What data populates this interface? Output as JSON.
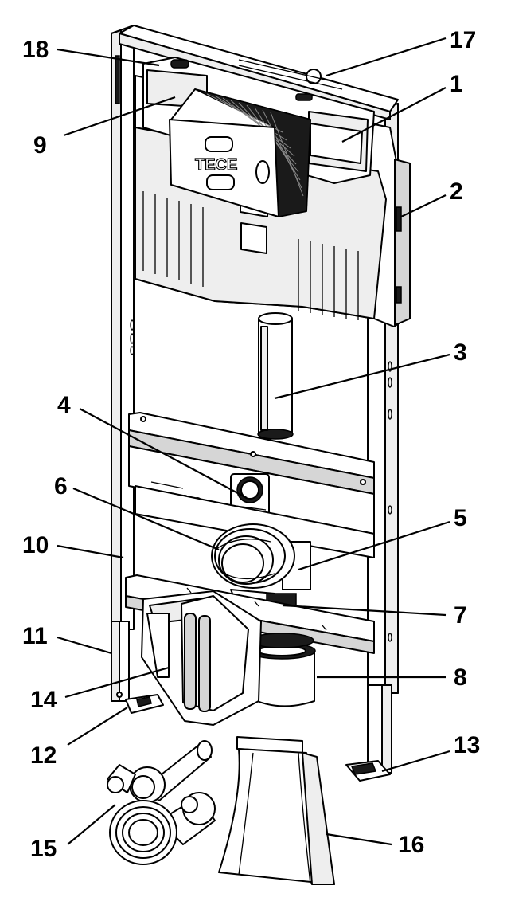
{
  "brand_label": "TECE",
  "callouts": [
    {
      "id": "1",
      "label": "1"
    },
    {
      "id": "2",
      "label": "2"
    },
    {
      "id": "3",
      "label": "3"
    },
    {
      "id": "4",
      "label": "4"
    },
    {
      "id": "5",
      "label": "5"
    },
    {
      "id": "6",
      "label": "6"
    },
    {
      "id": "7",
      "label": "7"
    },
    {
      "id": "8",
      "label": "8"
    },
    {
      "id": "9",
      "label": "9"
    },
    {
      "id": "10",
      "label": "10"
    },
    {
      "id": "11",
      "label": "11"
    },
    {
      "id": "12",
      "label": "12"
    },
    {
      "id": "13",
      "label": "13"
    },
    {
      "id": "14",
      "label": "14"
    },
    {
      "id": "15",
      "label": "15"
    },
    {
      "id": "16",
      "label": "16"
    },
    {
      "id": "17",
      "label": "17"
    },
    {
      "id": "18",
      "label": "18"
    }
  ]
}
